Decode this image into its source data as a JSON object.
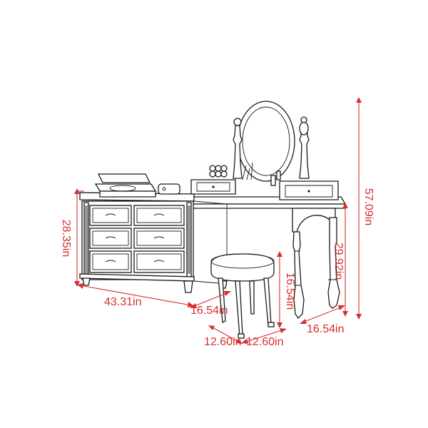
{
  "colors": {
    "dimension": "#d3302f",
    "outline": "#1a1a1a"
  },
  "dimensions": {
    "dresser_height": "28.35in",
    "overall_width": "43.31in",
    "dresser_depth": "16.54in",
    "table_height": "29.92in",
    "stool_height": "16.54in",
    "stool_width": "12.60in",
    "stool_depth": "12.60in",
    "table_depth": "16.54in",
    "total_height": "57.09in"
  }
}
